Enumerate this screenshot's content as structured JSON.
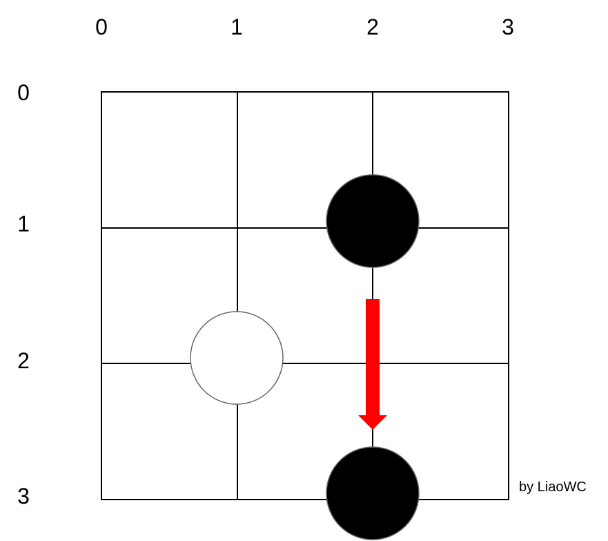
{
  "board": {
    "columns": [
      "0",
      "1",
      "2",
      "3"
    ],
    "rows": [
      "0",
      "1",
      "2",
      "3"
    ],
    "line_color": "#000000",
    "background": "#ffffff"
  },
  "stones": [
    {
      "id": "black-stone-a",
      "color": "black",
      "col": 2,
      "row": 1
    },
    {
      "id": "white-stone",
      "color": "white",
      "col": 1,
      "row": 2
    },
    {
      "id": "black-stone-b",
      "color": "black",
      "col": 2,
      "row": 3
    }
  ],
  "move_arrow": {
    "color": "#ff0000",
    "from": {
      "col": 2,
      "row": 1
    },
    "to": {
      "col": 2,
      "row": 3
    },
    "direction": "down"
  },
  "credit": "by LiaoWC"
}
